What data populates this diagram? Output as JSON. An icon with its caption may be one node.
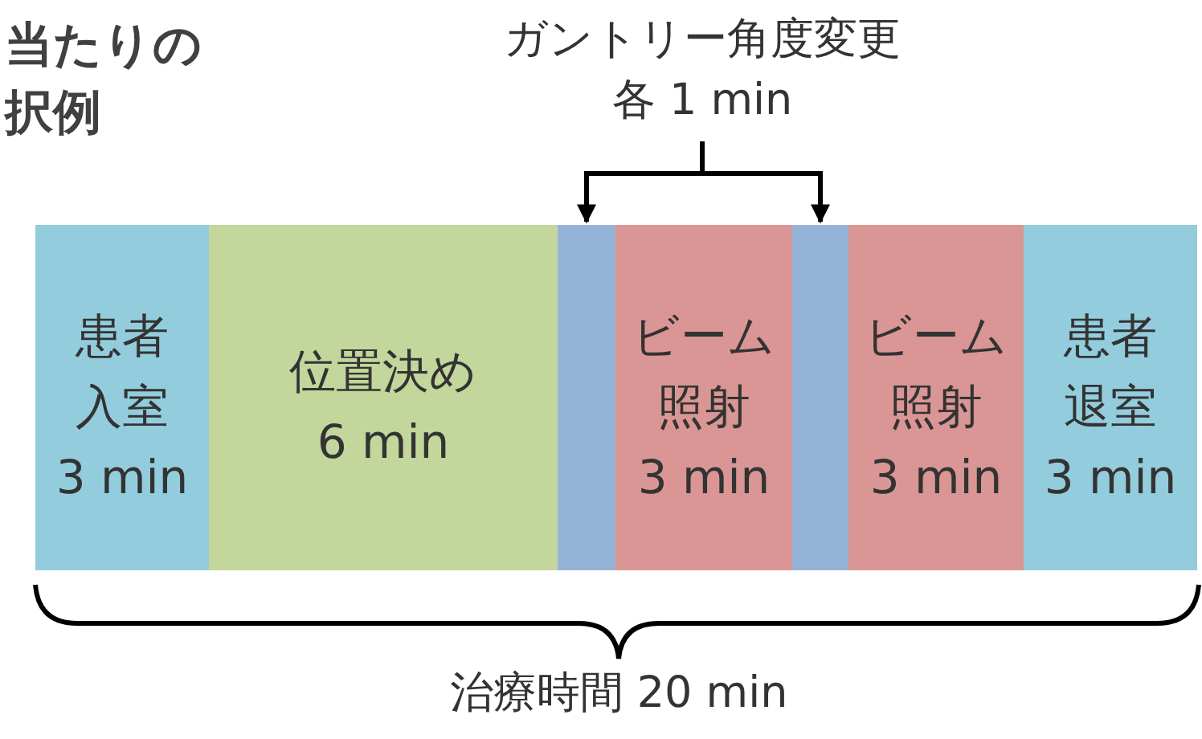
{
  "diagram": {
    "title": "当たりの択例",
    "nodes": [
      {
        "text": [
          "患者",
          "入室",
          "3 min"
        ]
      },
      {
        "text": [
          "位置決め",
          "6 min"
        ]
      },
      {
        "text": [],
        "shape": "bar"
      },
      {
        "text": [
          "ビーム",
          "照射",
          "3 min"
        ]
      },
      {
        "text": [],
        "shape": "bar"
      },
      {
        "text": [
          "ビーム",
          "照射",
          "3 min"
        ]
      },
      {
        "text": [
          "患者",
          "退室",
          "3 min"
        ]
      },
      {
        "text": [
          "ガントリー角度変更",
          "各 1 min"
        ]
      }
    ],
    "edges": [
      {
        "from": 7,
        "to": 2,
        "arrow": "to"
      },
      {
        "from": 7,
        "to": 4,
        "arrow": "to"
      }
    ],
    "labels": [
      "治療時間 20 min"
    ]
  }
}
